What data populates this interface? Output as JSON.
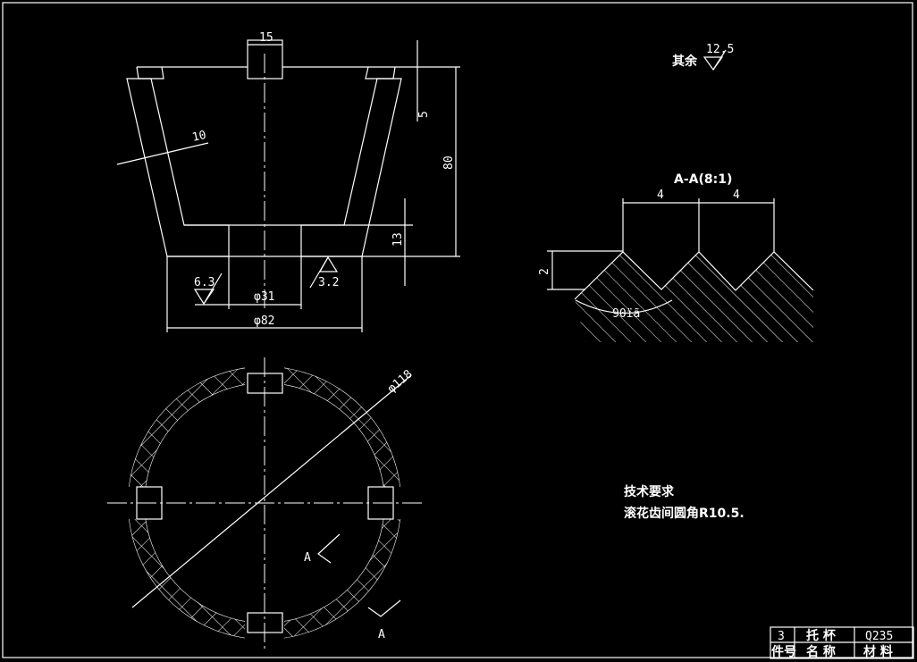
{
  "drawing": {
    "roughness_note": {
      "label": "其余",
      "value": "12.5"
    },
    "front_view": {
      "dims": {
        "slot_width": "15",
        "wall": "10",
        "flange": "5",
        "height": "80",
        "bottom": "13",
        "hole": "φ31",
        "base": "φ82"
      },
      "roughness": {
        "left": "6.3",
        "right": "3.2"
      }
    },
    "plan_view": {
      "diameter": "φ118",
      "section_mark": "A"
    },
    "section_view": {
      "title": "A-A(8:1)",
      "pitch1": "4",
      "pitch2": "4",
      "depth": "2",
      "angle": "90ïã"
    },
    "tech_requirements": {
      "title": "技术要求",
      "line1": "滚花齿间圆角R10.5."
    },
    "title_block": {
      "row1": {
        "number": "3",
        "name": "托 杯",
        "material": "Q235"
      },
      "row2": {
        "number": "件号",
        "name": "名 称",
        "material": "材 料"
      }
    }
  }
}
